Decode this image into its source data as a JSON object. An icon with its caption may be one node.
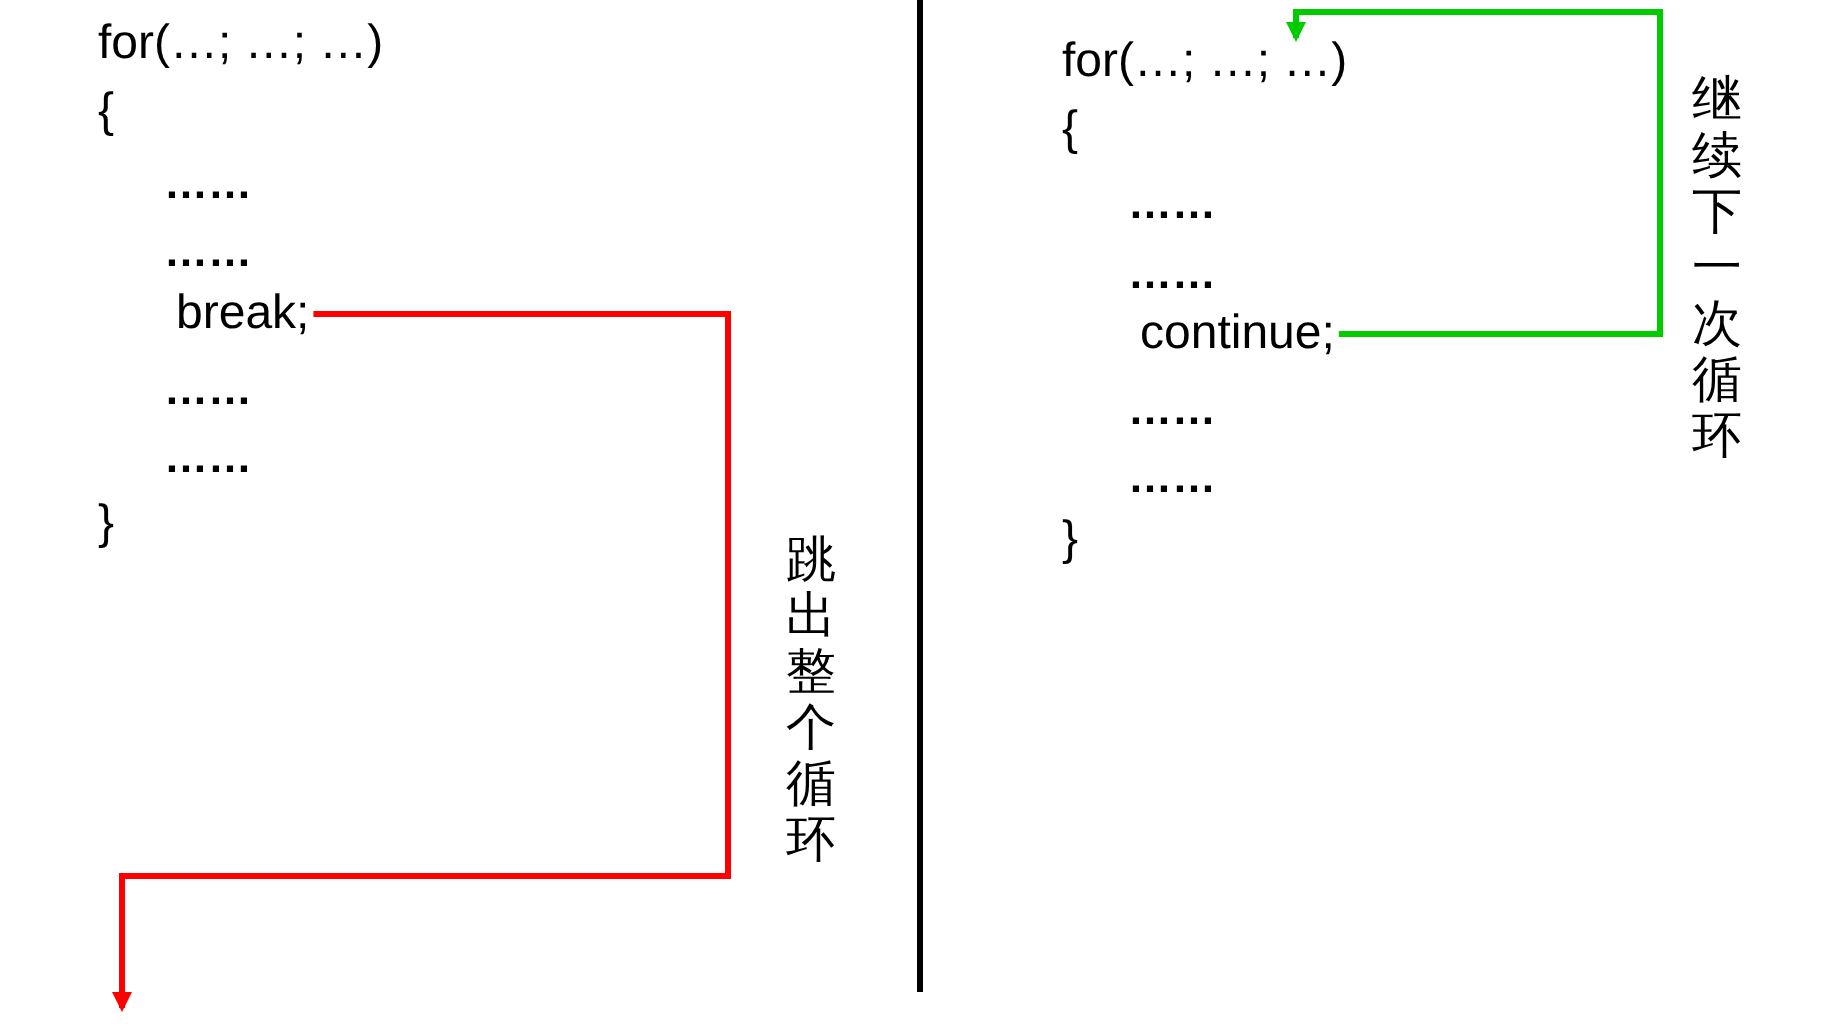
{
  "diagram": {
    "nodes": [
      {
        "text": [
          "for(…; …; …)"
        ]
      },
      {
        "text": [
          "break;"
        ]
      },
      {
        "text": [
          "for(…; …; …)"
        ]
      },
      {
        "text": [
          "continue;"
        ]
      }
    ],
    "edges": [
      {
        "from": 1,
        "to": null,
        "arrow": "to",
        "label": "跳出整个循环",
        "color": "#ff0000"
      },
      {
        "from": 3,
        "to": 2,
        "arrow": "to",
        "label": "继续下一次循环",
        "color": "#00cc00"
      }
    ],
    "labels": [
      "{",
      "……",
      "……",
      "……",
      "……",
      "}",
      "{",
      "……",
      "……",
      "……",
      "……",
      "}"
    ]
  }
}
